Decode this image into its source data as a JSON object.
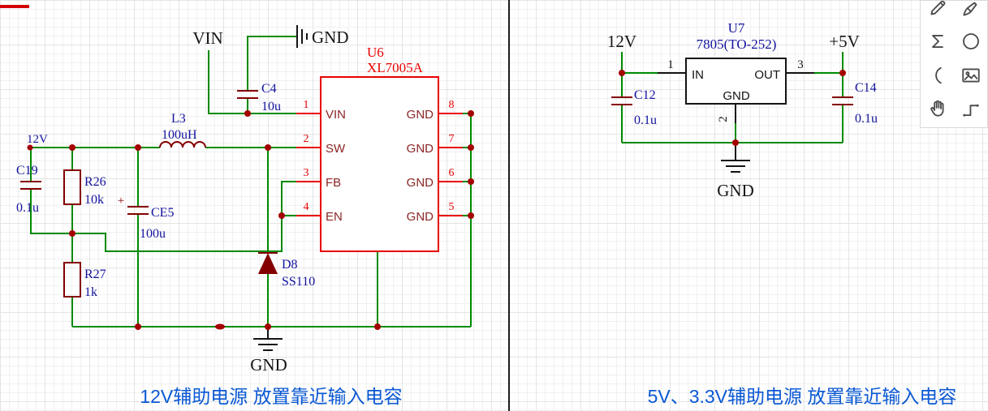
{
  "colors": {
    "wire": "#008a00",
    "part": "#840000",
    "chip_red": "#e80000",
    "ref_text": "#12129e",
    "caption": "#0a58d4",
    "junction": "#a40000"
  },
  "left": {
    "caption": "12V辅助电源 放置靠近输入电容",
    "net_12v": "12V",
    "vin_flag": "VIN",
    "gnd_top": "GND",
    "gnd_bottom": "GND",
    "c4": {
      "ref": "C4",
      "value": "10u"
    },
    "c19": {
      "ref": "C19",
      "value": "0.1u"
    },
    "r26": {
      "ref": "R26",
      "value": "10k"
    },
    "r27": {
      "ref": "R27",
      "value": "1k"
    },
    "ce5": {
      "ref": "CE5",
      "value": "100u",
      "polarity": "+"
    },
    "l3": {
      "ref": "L3",
      "value": "100uH"
    },
    "d8": {
      "ref": "D8",
      "value": "SS110"
    },
    "u6": {
      "ref": "U6",
      "part": "XL7005A",
      "left_pins": [
        {
          "num": "1",
          "name": "VIN"
        },
        {
          "num": "2",
          "name": "SW"
        },
        {
          "num": "3",
          "name": "FB"
        },
        {
          "num": "4",
          "name": "EN"
        }
      ],
      "right_pins": [
        {
          "num": "8",
          "name": "GND"
        },
        {
          "num": "7",
          "name": "GND"
        },
        {
          "num": "6",
          "name": "GND"
        },
        {
          "num": "5",
          "name": "GND"
        }
      ]
    }
  },
  "right": {
    "caption": "5V、3.3V辅助电源 放置靠近输入电容",
    "in_label": "12V",
    "out_label": "+5V",
    "gnd_label": "GND",
    "c12": {
      "ref": "C12",
      "value": "0.1u"
    },
    "c14": {
      "ref": "C14",
      "value": "0.1u"
    },
    "u7": {
      "ref": "U7",
      "part": "7805(TO-252)",
      "pins": {
        "in": {
          "num": "1",
          "name": "IN"
        },
        "out": {
          "num": "3",
          "name": "OUT"
        },
        "gnd": {
          "num": "2",
          "name": "GND"
        }
      }
    }
  },
  "toolbar": {
    "icons": [
      "pencil",
      "pen",
      "polyline",
      "circle",
      "arc",
      "image",
      "hand",
      "wire"
    ]
  }
}
